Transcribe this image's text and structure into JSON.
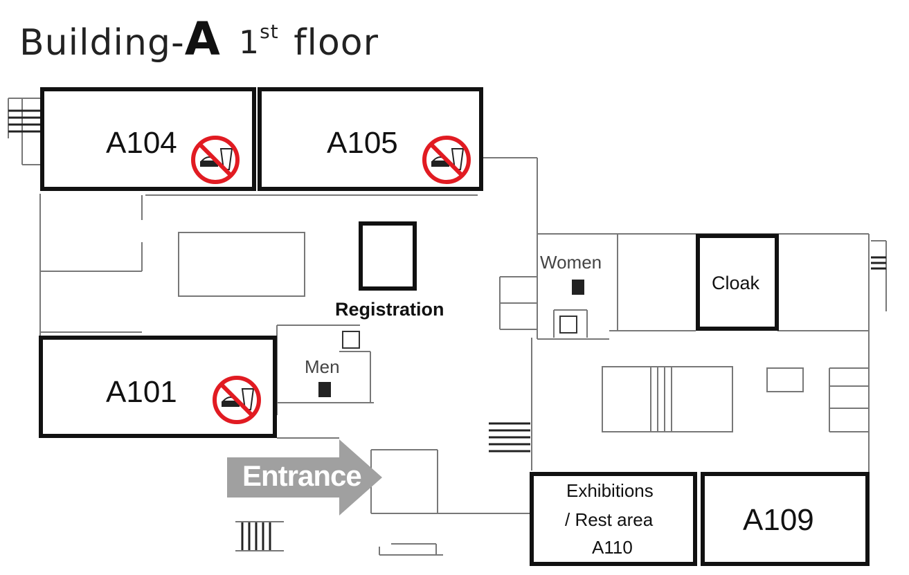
{
  "title": {
    "prefix": "Building-",
    "building": "A",
    "floor_number": "1",
    "floor_suffix": "st",
    "floor_word": "floor"
  },
  "rooms": {
    "a104": "A104",
    "a105": "A105",
    "a101": "A101",
    "a109": "A109",
    "cloak": "Cloak",
    "registration": "Registration",
    "exhibitions_line1": "Exhibitions",
    "exhibitions_line2": "/ Rest area",
    "exhibitions_line3": "A110"
  },
  "restrooms": {
    "women": "Women",
    "men": "Men"
  },
  "entrance": {
    "label": "Entrance"
  },
  "icons": {
    "no_food_drink": "no-food-drink-icon",
    "accessible_toilet": "accessible-toilet-icon",
    "stairs": "stairs-icon"
  },
  "colors": {
    "no_sign_red": "#e11b22",
    "arrow_gray": "#a0a0a0",
    "room_border": "#111111"
  }
}
